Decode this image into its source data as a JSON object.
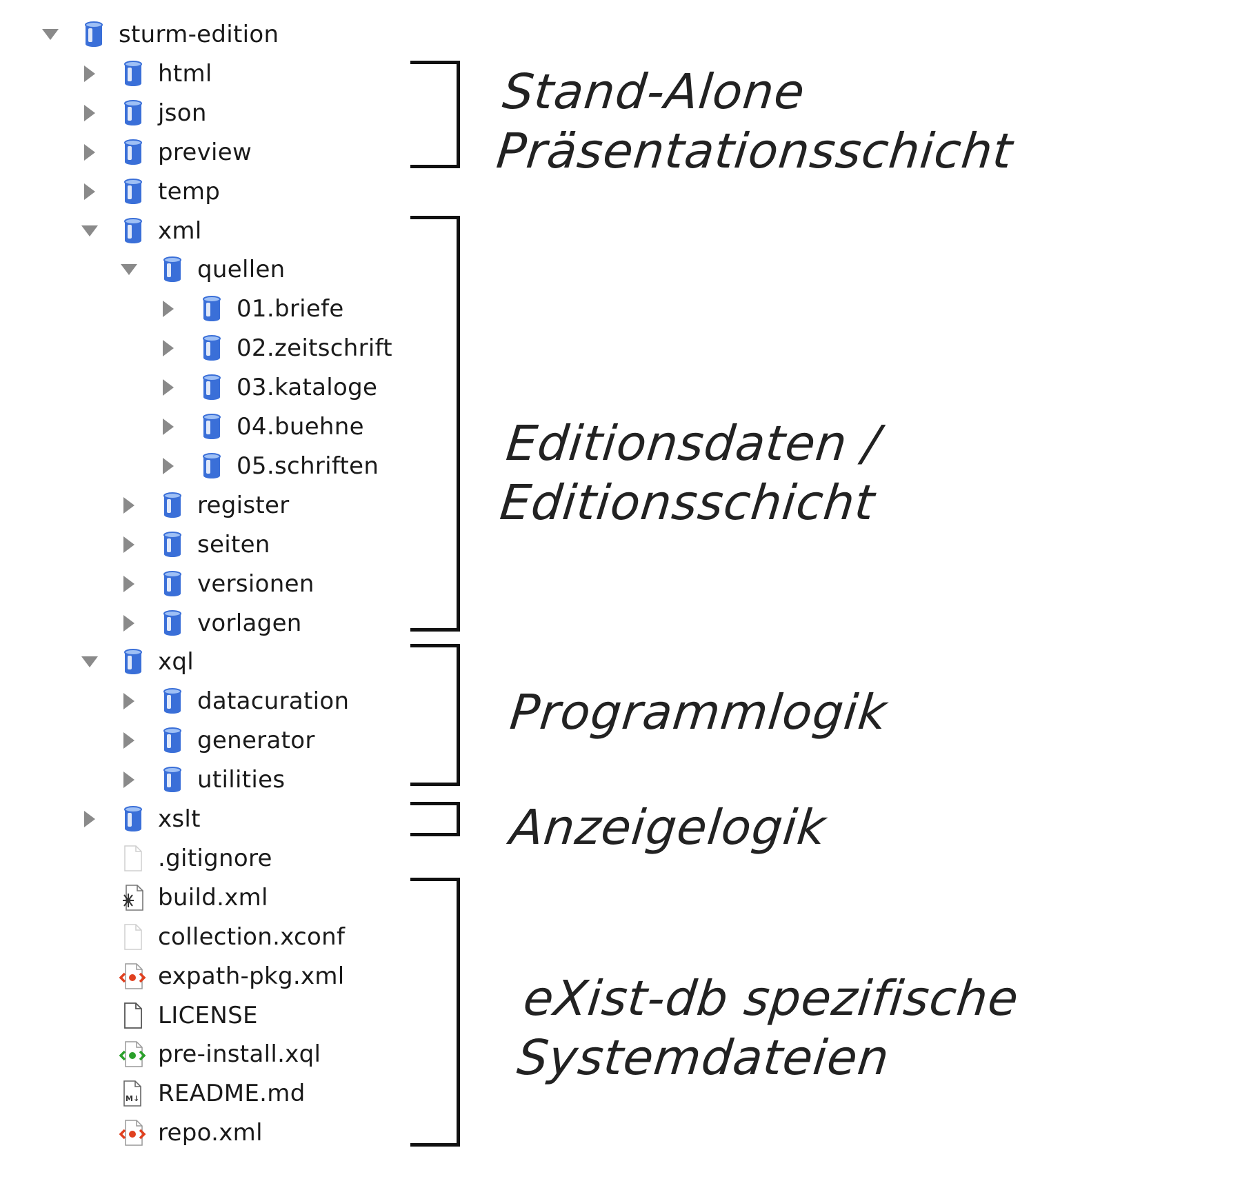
{
  "tree": {
    "rows": [
      {
        "label": "sturm-edition",
        "icon": "database-collection-icon",
        "twisty": "expanded",
        "depth": 0
      },
      {
        "label": "html",
        "icon": "database-collection-icon",
        "twisty": "collapsed",
        "depth": 1
      },
      {
        "label": "json",
        "icon": "database-collection-icon",
        "twisty": "collapsed",
        "depth": 1
      },
      {
        "label": "preview",
        "icon": "database-collection-icon",
        "twisty": "collapsed",
        "depth": 1
      },
      {
        "label": "temp",
        "icon": "database-collection-icon",
        "twisty": "collapsed",
        "depth": 1
      },
      {
        "label": "xml",
        "icon": "database-collection-icon",
        "twisty": "expanded",
        "depth": 1
      },
      {
        "label": "quellen",
        "icon": "database-collection-icon",
        "twisty": "expanded",
        "depth": 2
      },
      {
        "label": "01.briefe",
        "icon": "database-collection-icon",
        "twisty": "collapsed",
        "depth": 3
      },
      {
        "label": "02.zeitschrift",
        "icon": "database-collection-icon",
        "twisty": "collapsed",
        "depth": 3
      },
      {
        "label": "03.kataloge",
        "icon": "database-collection-icon",
        "twisty": "collapsed",
        "depth": 3
      },
      {
        "label": "04.buehne",
        "icon": "database-collection-icon",
        "twisty": "collapsed",
        "depth": 3
      },
      {
        "label": "05.schriften",
        "icon": "database-collection-icon",
        "twisty": "collapsed",
        "depth": 3
      },
      {
        "label": "register",
        "icon": "database-collection-icon",
        "twisty": "collapsed",
        "depth": 2
      },
      {
        "label": "seiten",
        "icon": "database-collection-icon",
        "twisty": "collapsed",
        "depth": 2
      },
      {
        "label": "versionen",
        "icon": "database-collection-icon",
        "twisty": "collapsed",
        "depth": 2
      },
      {
        "label": "vorlagen",
        "icon": "database-collection-icon",
        "twisty": "collapsed",
        "depth": 2
      },
      {
        "label": "xql",
        "icon": "database-collection-icon",
        "twisty": "expanded",
        "depth": 1
      },
      {
        "label": "datacuration",
        "icon": "database-collection-icon",
        "twisty": "collapsed",
        "depth": 2
      },
      {
        "label": "generator",
        "icon": "database-collection-icon",
        "twisty": "collapsed",
        "depth": 2
      },
      {
        "label": "utilities",
        "icon": "database-collection-icon",
        "twisty": "collapsed",
        "depth": 2
      },
      {
        "label": "xslt",
        "icon": "database-collection-icon",
        "twisty": "collapsed",
        "depth": 1
      },
      {
        "label": ".gitignore",
        "icon": "blank-file-icon",
        "twisty": "none",
        "depth": 1
      },
      {
        "label": "build.xml",
        "icon": "ant-build-file-icon",
        "twisty": "none",
        "depth": 1
      },
      {
        "label": "collection.xconf",
        "icon": "blank-file-icon",
        "twisty": "none",
        "depth": 1
      },
      {
        "label": "expath-pkg.xml",
        "icon": "xml-file-icon",
        "twisty": "none",
        "depth": 1
      },
      {
        "label": "LICENSE",
        "icon": "text-file-icon",
        "twisty": "none",
        "depth": 1
      },
      {
        "label": "pre-install.xql",
        "icon": "xquery-file-icon",
        "twisty": "none",
        "depth": 1
      },
      {
        "label": "README.md",
        "icon": "markdown-file-icon",
        "twisty": "none",
        "depth": 1
      },
      {
        "label": "repo.xml",
        "icon": "xml-file-icon",
        "twisty": "none",
        "depth": 1
      }
    ]
  },
  "annotations": {
    "presentation_line1": "Stand-Alone",
    "presentation_line2": "Präsentationsschicht",
    "edition": "Editionsdaten / Editionsschicht",
    "program": "Programmlogik",
    "display": "Anzeigelogik",
    "system_line1": "eXist-db spezifische",
    "system_line2": "Systemdateien"
  },
  "colors": {
    "collection_blue": "#3a6fd8",
    "xml_red": "#e0401f",
    "xquery_green": "#2aa02a",
    "twisty_gray": "#8a8a8a"
  }
}
